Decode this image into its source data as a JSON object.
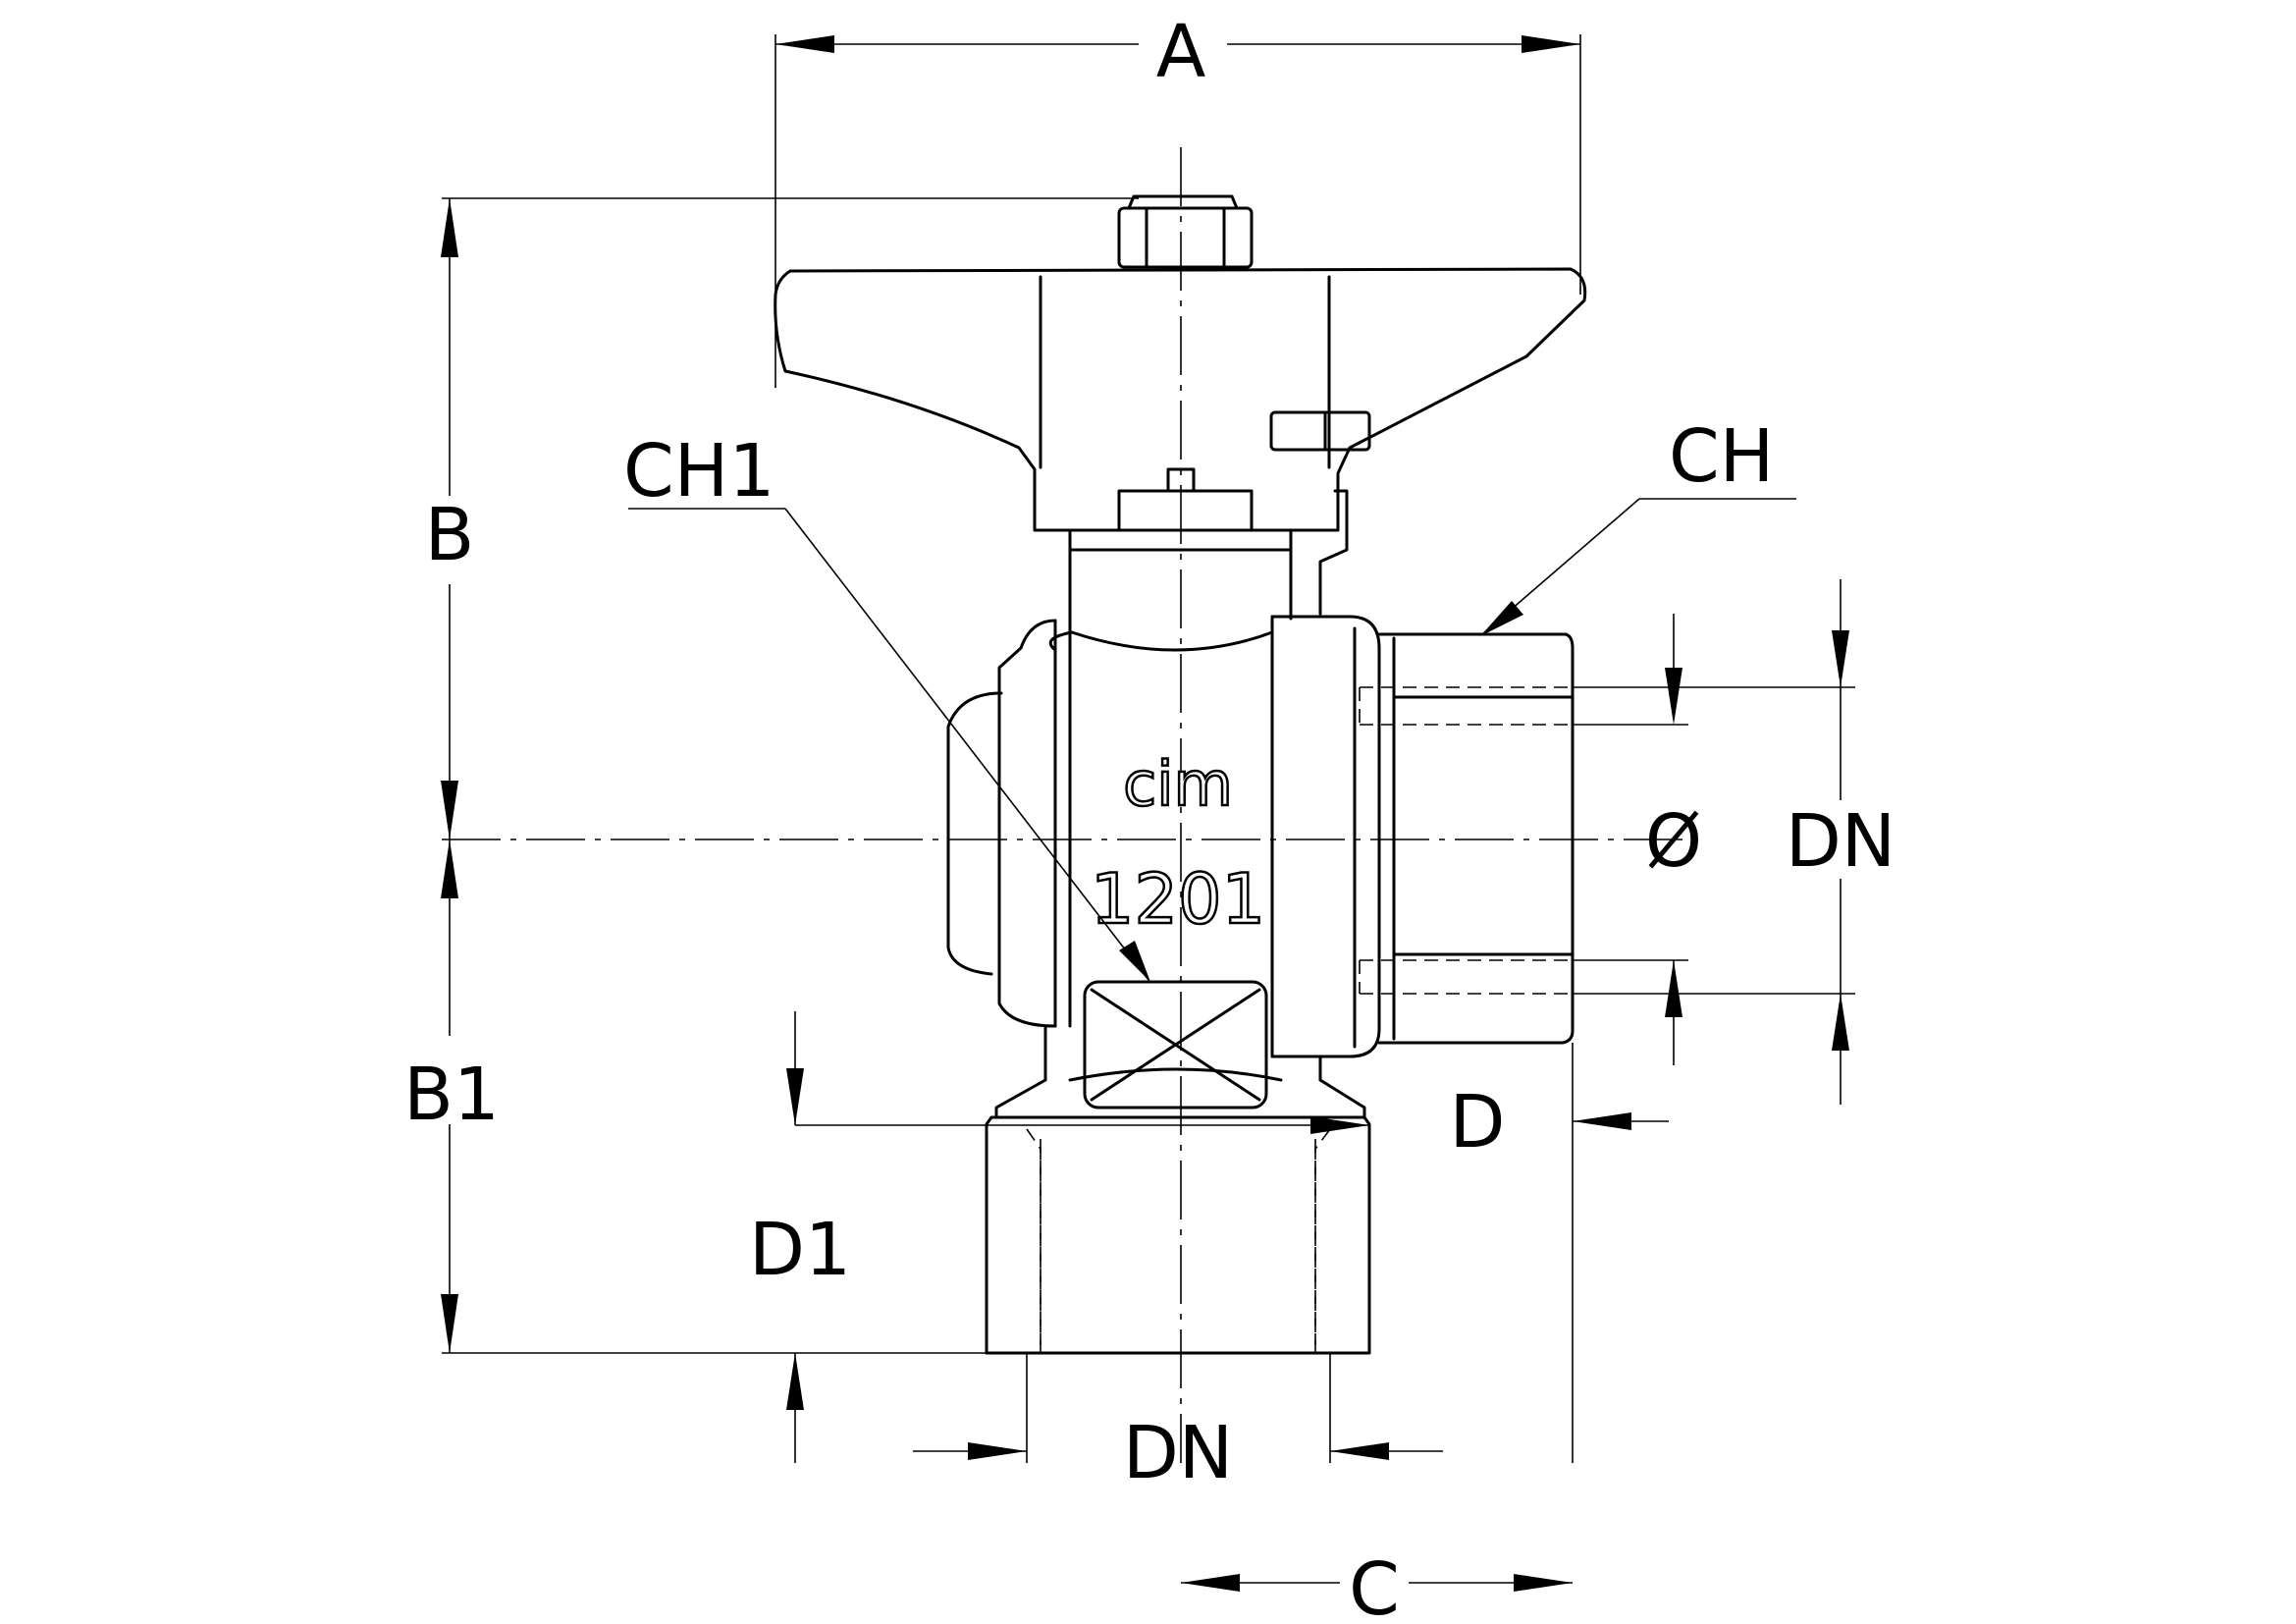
{
  "dimensions": {
    "A": "A",
    "B": "B",
    "B1": "B1",
    "C": "C",
    "CH": "CH",
    "CH1": "CH1",
    "D": "D",
    "D1": "D1",
    "DN_side": "DN",
    "DN_bottom": "DN",
    "dia": "Ø"
  },
  "body_marks": {
    "brand": "cim",
    "model": "1201"
  }
}
